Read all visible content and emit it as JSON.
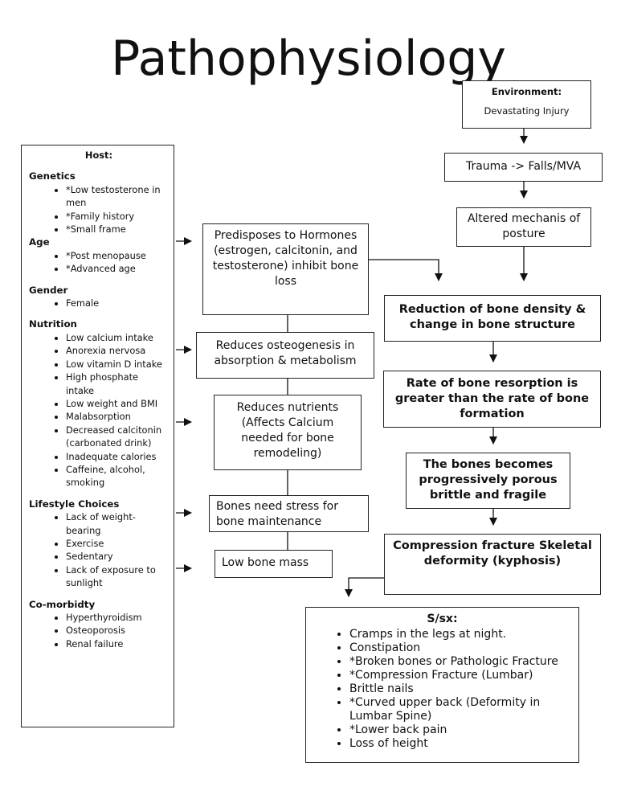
{
  "title": "Pathophysiology",
  "environment": {
    "heading": "Environment:",
    "text": "Devastating Injury"
  },
  "trauma": "Trauma -> Falls/MVA",
  "posture": "Altered mechanis of posture",
  "host": {
    "heading": "Host:",
    "sections": [
      {
        "name": "Genetics",
        "items": [
          "*Low testosterone in men",
          "*Family history",
          "*Small frame"
        ]
      },
      {
        "name": "Age",
        "items": [
          "*Post menopause",
          "*Advanced age"
        ]
      },
      {
        "name": "Gender",
        "items": [
          "Female"
        ]
      },
      {
        "name": "Nutrition",
        "items": [
          "Low calcium intake",
          "Anorexia nervosa",
          "Low vitamin D intake",
          "High phosphate intake",
          "Low weight and BMI",
          "Malabsorption",
          "Decreased calcitonin (carbonated drink)",
          "Inadequate calories",
          "Caffeine, alcohol, smoking"
        ]
      },
      {
        "name": "Lifestyle Choices",
        "items": [
          "Lack of weight-bearing",
          "Exercise",
          "Sedentary",
          "Lack of exposure to sunlight"
        ]
      },
      {
        "name": "Co-morbidty",
        "items": [
          "Hyperthyroidism",
          "Osteoporosis",
          "Renal failure"
        ]
      }
    ]
  },
  "middle": {
    "hormones": "Predisposes to Hormones (estrogen, calcitonin, and testosterone) inhibit bone loss",
    "osteogenesis": "Reduces osteogenesis in absorption & metabolism",
    "nutrients": "Reduces nutrients (Affects Calcium needed for bone remodeling)",
    "stress": "Bones need stress for bone maintenance",
    "mass": "Low bone mass"
  },
  "right": {
    "density": "Reduction of bone density & change in bone structure",
    "resorption": "Rate of bone resorption is greater than the rate of bone formation",
    "porous": "The bones becomes progressively porous brittle and fragile",
    "fracture": "Compression fracture Skeletal deformity (kyphosis)"
  },
  "sx": {
    "heading": "S/sx:",
    "items": [
      "Cramps in the legs at night.",
      "Constipation",
      "*Broken bones or Pathologic Fracture",
      "*Compression Fracture (Lumbar)",
      "Brittle nails",
      "*Curved upper back (Deformity in Lumbar Spine)",
      "*Lower back pain",
      "Loss of height"
    ]
  }
}
